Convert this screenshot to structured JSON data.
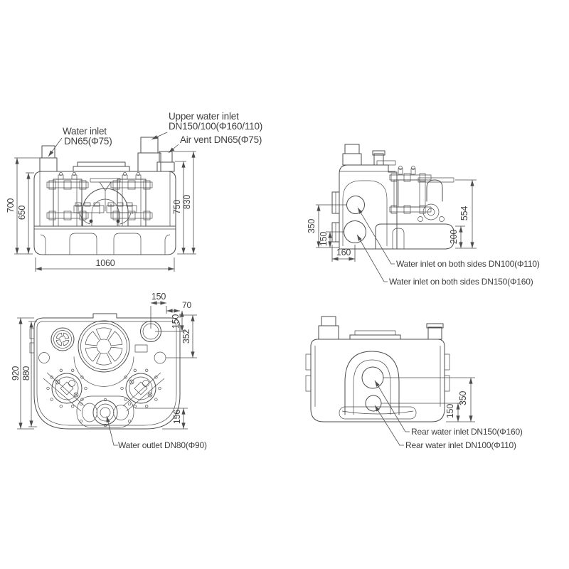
{
  "drawing": {
    "front": {
      "label_water_inlet_1": "Water inlet",
      "label_water_inlet_2": "DN65(Φ75)",
      "label_upper_inlet_1": "Upper water inlet",
      "label_upper_inlet_2": "DN150/100(Φ160/110)",
      "label_air_vent": "Air vent DN65(Φ75)",
      "dim_700": "700",
      "dim_650": "650",
      "dim_1060": "1060",
      "dim_750": "750",
      "dim_830": "830"
    },
    "side": {
      "label_inlet_dn100": "Water inlet on both sides DN100(Φ110)",
      "label_inlet_dn150": "Water inlet on both sides DN150(Φ160)",
      "dim_350": "350",
      "dim_150": "150",
      "dim_160": "160",
      "dim_554": "554",
      "dim_200": "200"
    },
    "top": {
      "label_outlet": "Water outlet DN80(Φ90)",
      "dim_920": "920",
      "dim_880": "880",
      "dim_150_a": "150",
      "dim_70": "70",
      "dim_150_b": "150",
      "dim_352": "352",
      "dim_156": "156"
    },
    "rear": {
      "label_inlet_dn150": "Rear water inlet DN150(Φ160)",
      "label_inlet_dn100": "Rear water inlet DN100(Φ110)",
      "dim_350": "350",
      "dim_150": "150"
    },
    "colors": {
      "line": "#4d4d4d",
      "text": "#3f3f3f",
      "background": "#ffffff"
    }
  }
}
